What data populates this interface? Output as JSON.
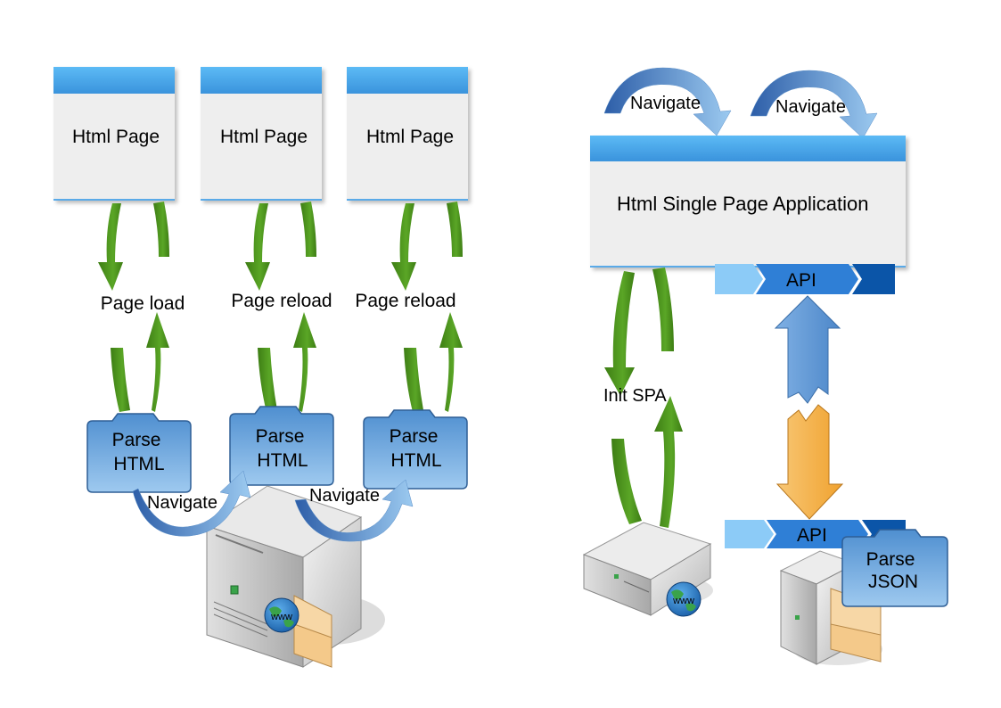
{
  "left": {
    "pages": [
      {
        "label": "Html Page",
        "transition": "Page load",
        "parse": [
          "Parse",
          "HTML"
        ]
      },
      {
        "label": "Html Page",
        "transition": "Page reload",
        "parse": [
          "Parse",
          "HTML"
        ]
      },
      {
        "label": "Html Page",
        "transition": "Page reload",
        "parse": [
          "Parse",
          "HTML"
        ]
      }
    ],
    "navigate_labels": [
      "Navigate",
      "Navigate"
    ],
    "server_globe": "www"
  },
  "right": {
    "navigate_labels": [
      "Navigate",
      "Navigate"
    ],
    "spa_label": "Html Single Page Application",
    "api_top": "API",
    "api_bottom": "API",
    "init_label": "Init SPA",
    "parse": [
      "Parse",
      "JSON"
    ],
    "server_globe": "www"
  },
  "colors": {
    "header_blue": "#4aa8ec",
    "page_bg": "#eeeeee",
    "green": "#4a8f1c",
    "folder_blue": "#6fa8dc",
    "orange": "#f2a93b",
    "api_light": "#8ccbf7",
    "api_mid": "#2f7fd6",
    "api_dark": "#0b55a8"
  }
}
